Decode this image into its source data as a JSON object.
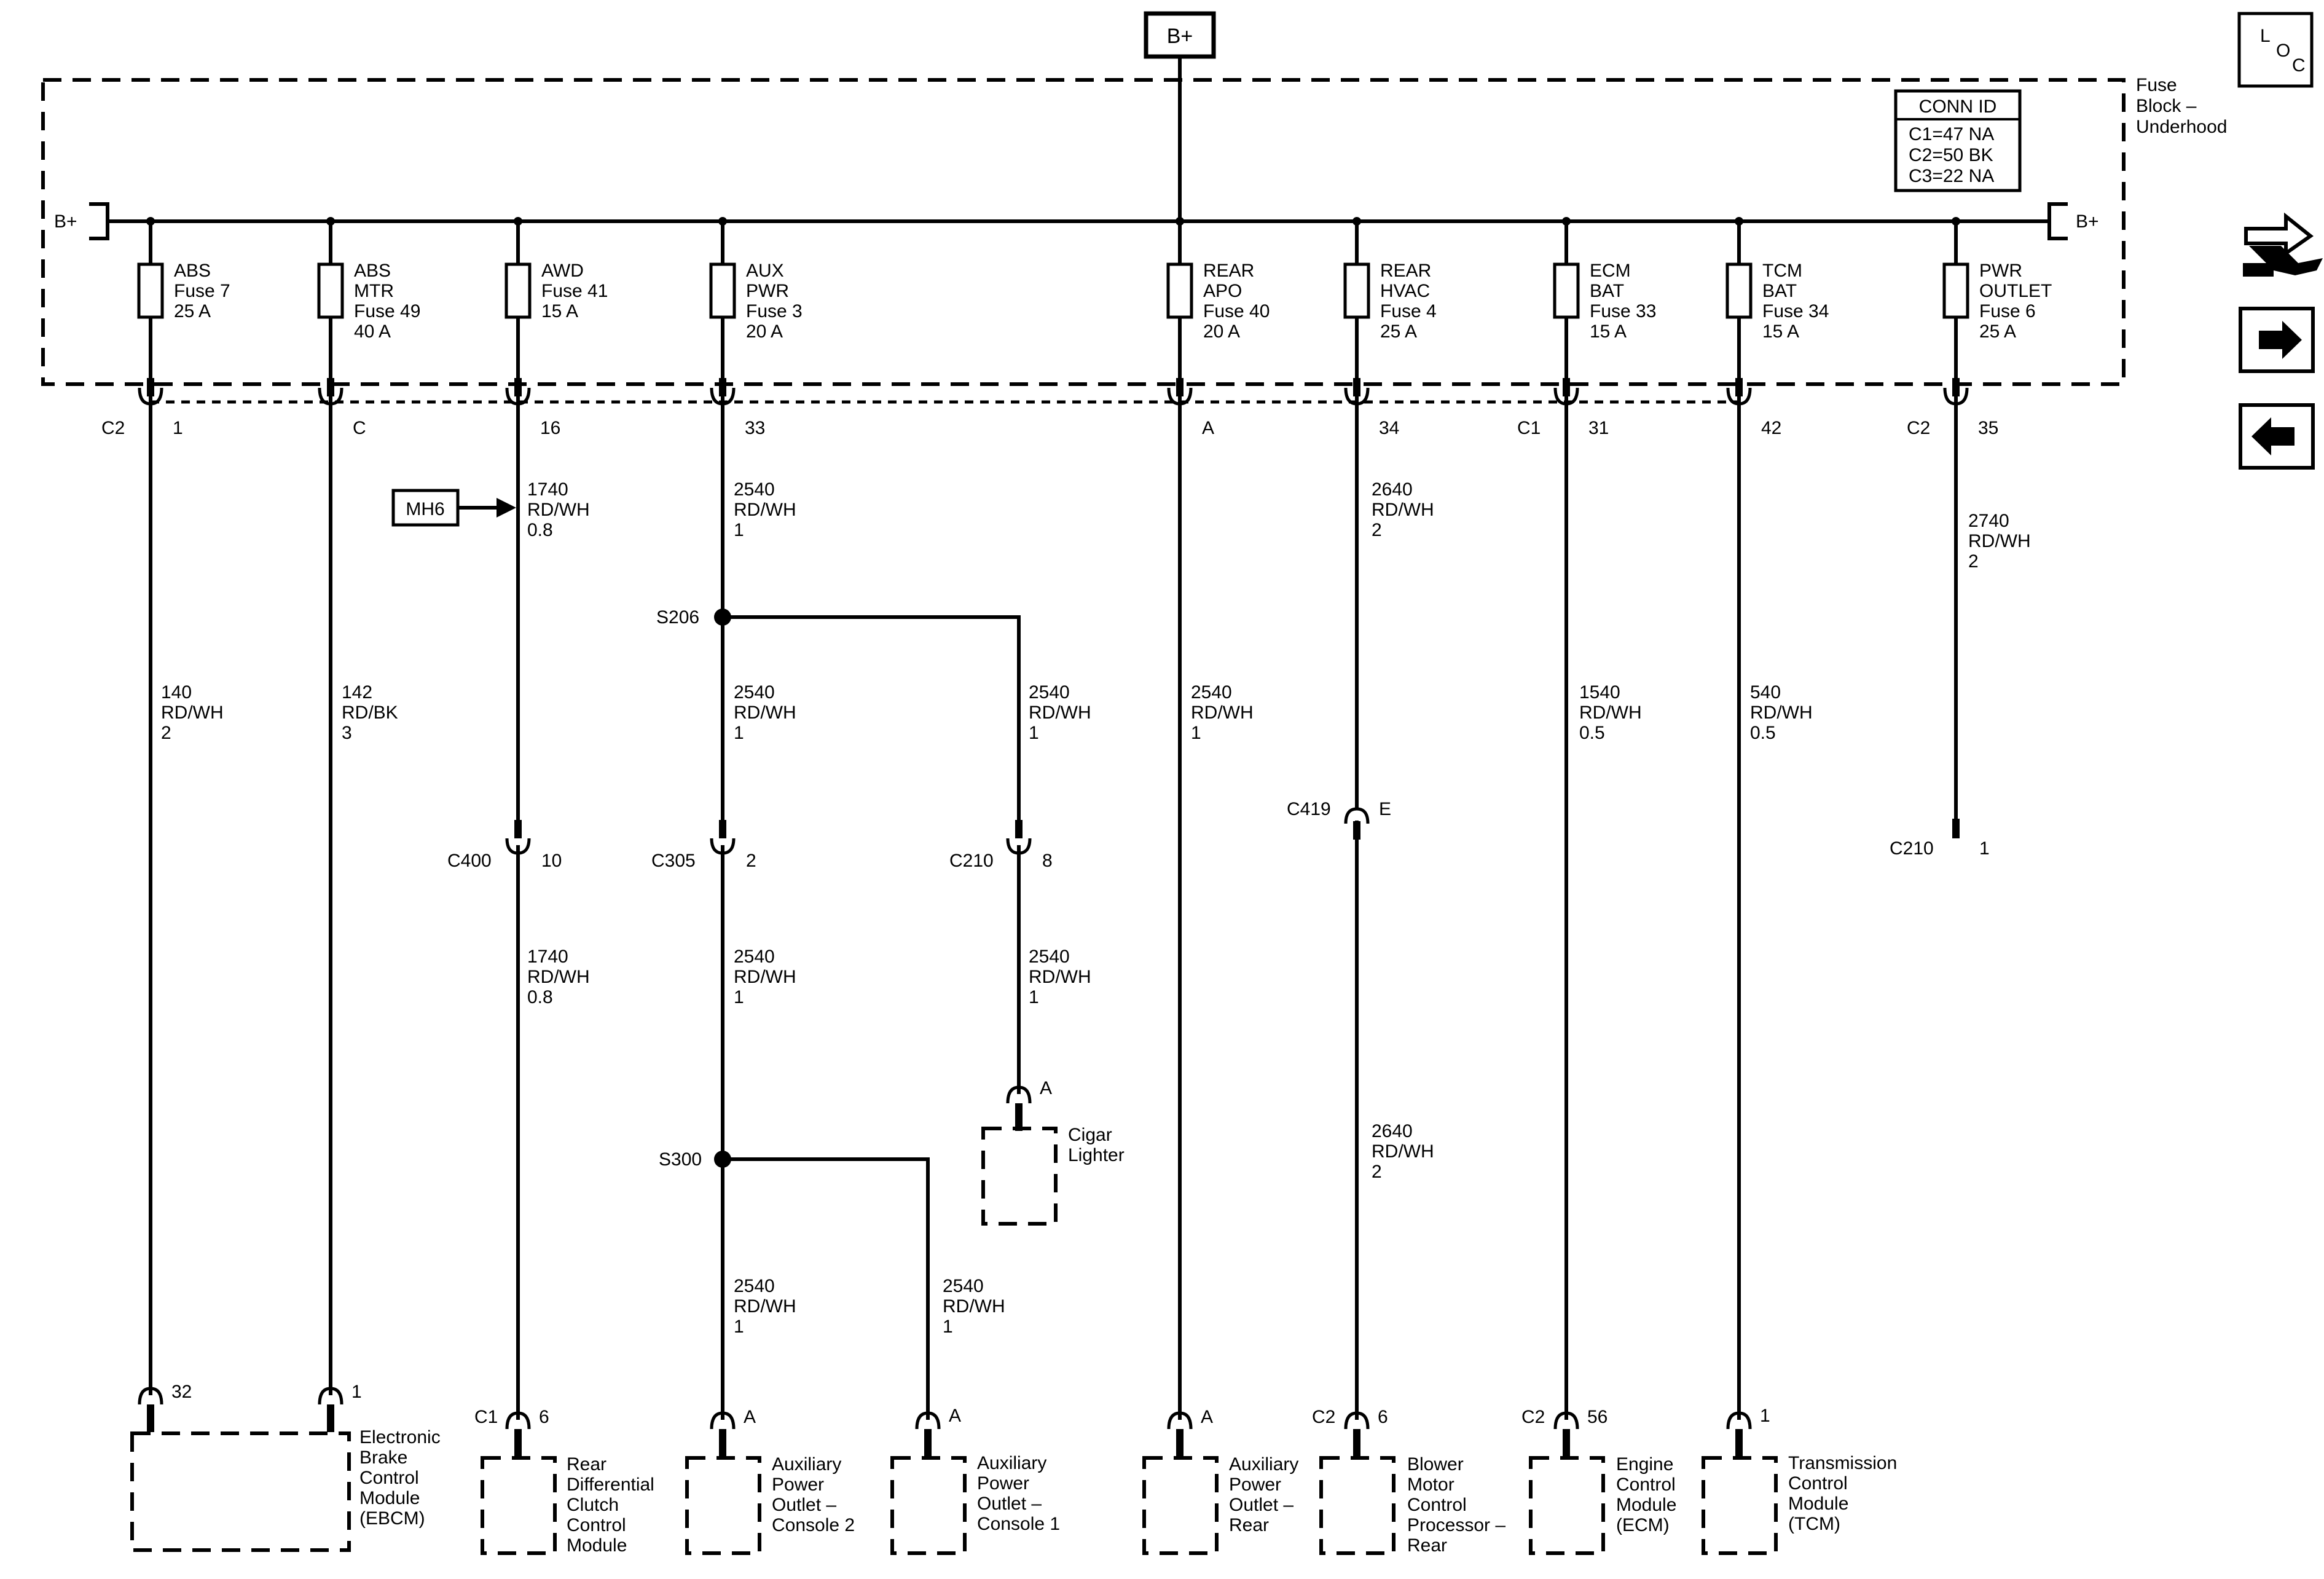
{
  "header": {
    "bplus_top": "B+",
    "fuse_block_label": [
      "Fuse",
      "Block –",
      "Underhood"
    ],
    "loc": [
      "L",
      "O",
      "C"
    ]
  },
  "conn_id": {
    "title": "CONN ID",
    "rows": [
      "C1=47 NA",
      "C2=50 BK",
      "C3=22 NA"
    ]
  },
  "bus": {
    "left_label": "B+",
    "right_label": "B+"
  },
  "fuses": [
    {
      "id": "abs",
      "lines": [
        "ABS",
        "Fuse 7",
        "25 A"
      ]
    },
    {
      "id": "abs-mtr",
      "lines": [
        "ABS",
        "MTR",
        "Fuse 49",
        "40 A"
      ]
    },
    {
      "id": "awd",
      "lines": [
        "AWD",
        "Fuse 41",
        "15 A"
      ]
    },
    {
      "id": "aux-pwr",
      "lines": [
        "AUX",
        "PWR",
        "Fuse 3",
        "20 A"
      ]
    },
    {
      "id": "rear-apo",
      "lines": [
        "REAR",
        "APO",
        "Fuse 40",
        "20 A"
      ]
    },
    {
      "id": "rear-hvac",
      "lines": [
        "REAR",
        "HVAC",
        "Fuse 4",
        "25 A"
      ]
    },
    {
      "id": "ecm-bat",
      "lines": [
        "ECM",
        "BAT",
        "Fuse 33",
        "15 A"
      ]
    },
    {
      "id": "tcm-bat",
      "lines": [
        "TCM",
        "BAT",
        "Fuse 34",
        "15 A"
      ]
    },
    {
      "id": "pwr-outlet",
      "lines": [
        "PWR",
        "OUTLET",
        "Fuse 6",
        "25 A"
      ]
    }
  ],
  "fuse_block_connectors": [
    {
      "conn": "C2",
      "pin": "1"
    },
    {
      "conn": "",
      "pin": "C"
    },
    {
      "conn": "",
      "pin": "16"
    },
    {
      "conn": "",
      "pin": "33"
    },
    {
      "conn": "",
      "pin": "A"
    },
    {
      "conn": "",
      "pin": "34"
    },
    {
      "conn": "C1",
      "pin": "31"
    },
    {
      "conn": "",
      "pin": "42"
    },
    {
      "conn": "C2",
      "pin": "35"
    }
  ],
  "mh6_ref": "MH6",
  "wires": [
    {
      "id": "w-awd-upper",
      "lines": [
        "1740",
        "RD/WH",
        "0.8"
      ]
    },
    {
      "id": "w-aux-upper",
      "lines": [
        "2540",
        "RD/WH",
        "1"
      ]
    },
    {
      "id": "w-hvac-upper",
      "lines": [
        "2640",
        "RD/WH",
        "2"
      ]
    },
    {
      "id": "w-pwr-outlet",
      "lines": [
        "2740",
        "RD/WH",
        "2"
      ]
    },
    {
      "id": "w-abs",
      "lines": [
        "140",
        "RD/WH",
        "2"
      ]
    },
    {
      "id": "w-abs-mtr",
      "lines": [
        "142",
        "RD/BK",
        "3"
      ]
    },
    {
      "id": "w-aux-mid",
      "lines": [
        "2540",
        "RD/WH",
        "1"
      ]
    },
    {
      "id": "w-lighter-upper",
      "lines": [
        "2540",
        "RD/WH",
        "1"
      ]
    },
    {
      "id": "w-apo",
      "lines": [
        "2540",
        "RD/WH",
        "1"
      ]
    },
    {
      "id": "w-ecm",
      "lines": [
        "1540",
        "RD/WH",
        "0.5"
      ]
    },
    {
      "id": "w-tcm",
      "lines": [
        "540",
        "RD/WH",
        "0.5"
      ]
    },
    {
      "id": "w-awd-lower",
      "lines": [
        "1740",
        "RD/WH",
        "0.8"
      ]
    },
    {
      "id": "w-aux-lower",
      "lines": [
        "2540",
        "RD/WH",
        "1"
      ]
    },
    {
      "id": "w-lighter-lower",
      "lines": [
        "2540",
        "RD/WH",
        "1"
      ]
    },
    {
      "id": "w-hvac-lower",
      "lines": [
        "2640",
        "RD/WH",
        "2"
      ]
    },
    {
      "id": "w-console2",
      "lines": [
        "2540",
        "RD/WH",
        "1"
      ]
    },
    {
      "id": "w-console1",
      "lines": [
        "2540",
        "RD/WH",
        "1"
      ]
    }
  ],
  "splices": [
    {
      "id": "s206",
      "label": "S206"
    },
    {
      "id": "s300",
      "label": "S300"
    }
  ],
  "inline_connectors": [
    {
      "id": "c400",
      "conn": "C400",
      "pin": "10"
    },
    {
      "id": "c305",
      "conn": "C305",
      "pin": "2"
    },
    {
      "id": "c210-lighter",
      "conn": "C210",
      "pin": "8"
    },
    {
      "id": "c419",
      "conn": "C419",
      "pin": "E"
    },
    {
      "id": "c210-outlet",
      "conn": "C210",
      "pin": "1"
    }
  ],
  "components": [
    {
      "id": "ebcm",
      "pins": [
        "32",
        "1"
      ],
      "conn": "",
      "lines": [
        "Electronic",
        "Brake",
        "Control",
        "Module",
        "(EBCM)"
      ]
    },
    {
      "id": "rear-diff",
      "pins": [
        "6"
      ],
      "conn": "C1",
      "lines": [
        "Rear",
        "Differential",
        "Clutch",
        "Control",
        "Module"
      ]
    },
    {
      "id": "console2",
      "pins": [
        "A"
      ],
      "conn": "",
      "lines": [
        "Auxiliary",
        "Power",
        "Outlet –",
        "Console 2"
      ]
    },
    {
      "id": "console1",
      "pins": [
        "A"
      ],
      "conn": "",
      "lines": [
        "Auxiliary",
        "Power",
        "Outlet –",
        "Console 1"
      ]
    },
    {
      "id": "cigar",
      "pins": [
        "A"
      ],
      "conn": "",
      "lines": [
        "Cigar",
        "Lighter"
      ]
    },
    {
      "id": "rear-apo",
      "pins": [
        "A"
      ],
      "conn": "",
      "lines": [
        "Auxiliary",
        "Power",
        "Outlet –",
        "Rear"
      ]
    },
    {
      "id": "blower",
      "pins": [
        "6"
      ],
      "conn": "C2",
      "lines": [
        "Blower",
        "Motor",
        "Control",
        "Processor –",
        "Rear"
      ]
    },
    {
      "id": "ecm",
      "pins": [
        "56"
      ],
      "conn": "C2",
      "lines": [
        "Engine",
        "Control",
        "Module",
        "(ECM)"
      ]
    },
    {
      "id": "tcm",
      "pins": [
        "1"
      ],
      "conn": "",
      "lines": [
        "Transmission",
        "Control",
        "Module",
        "(TCM)"
      ]
    }
  ],
  "nav": {
    "tool_icon": "tools-icon",
    "next_icon": "arrow-right-icon",
    "prev_icon": "arrow-left-icon"
  }
}
